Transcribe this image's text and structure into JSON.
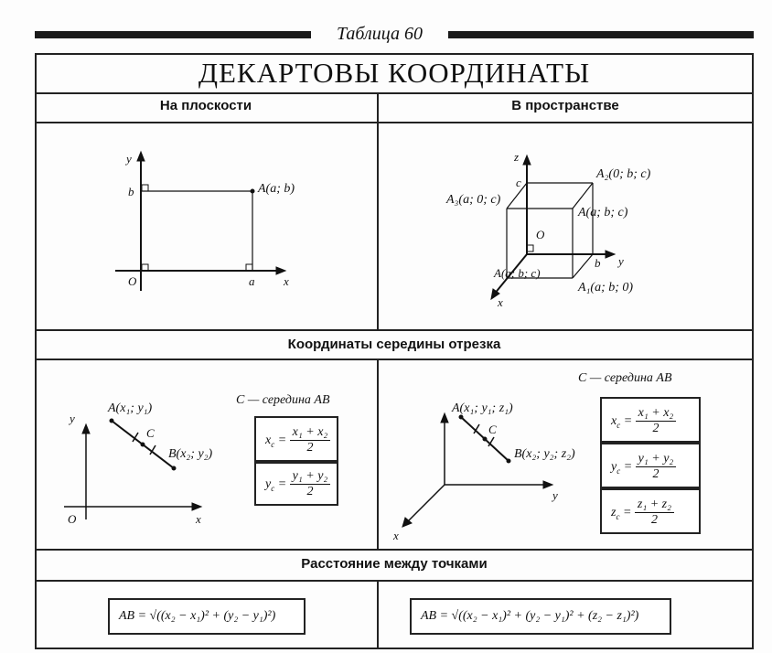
{
  "header": {
    "table_label": "Таблица 60",
    "title": "ДЕКАРТОВЫ КООРДИНАТЫ"
  },
  "sections": {
    "plane": "На плоскости",
    "space": "В пространстве",
    "midpoint": "Координаты середины отрезка",
    "distance": "Расстояние между точками"
  },
  "plane_fig": {
    "y": "y",
    "x": "x",
    "o": "O",
    "b": "b",
    "a": "a",
    "point": "A(a; b)"
  },
  "space_fig": {
    "z": "z",
    "y": "y",
    "x": "x",
    "o": "O",
    "a": "A(a; b; c)",
    "b": "b",
    "c": "c",
    "a1": "A₁(a; b; 0)",
    "a2": "A₂(0; b; c)",
    "a3": "A₃(a; 0; c)"
  },
  "mid_plane": {
    "y": "y",
    "x": "x",
    "o": "O",
    "c": "C",
    "a": "A(x₁; y₁)",
    "b": "B(x₂; y₂)",
    "caption": "C — середина AB",
    "fx_left": "x",
    "fx_sub": "c",
    "fx_num": "x₁ + x₂",
    "fx_den": "2",
    "fy_left": "y",
    "fy_sub": "c",
    "fy_num": "y₁ + y₂",
    "fy_den": "2"
  },
  "mid_space": {
    "y": "y",
    "x": "x",
    "c": "C",
    "a": "A(x₁; y₁; z₁)",
    "b": "B(x₂; y₂; z₂)",
    "caption": "C — середина AB",
    "fx_num": "x₁ + x₂",
    "fy_num": "y₁ + y₂",
    "fz_num": "z₁ + z₂",
    "den": "2"
  },
  "distance": {
    "plane": "AB = √((x₂ − x₁)² + (y₂ − y₁)²)",
    "space": "AB = √((x₂ − x₁)² + (y₂ − y₁)² + (z₂ − z₁)²)"
  }
}
